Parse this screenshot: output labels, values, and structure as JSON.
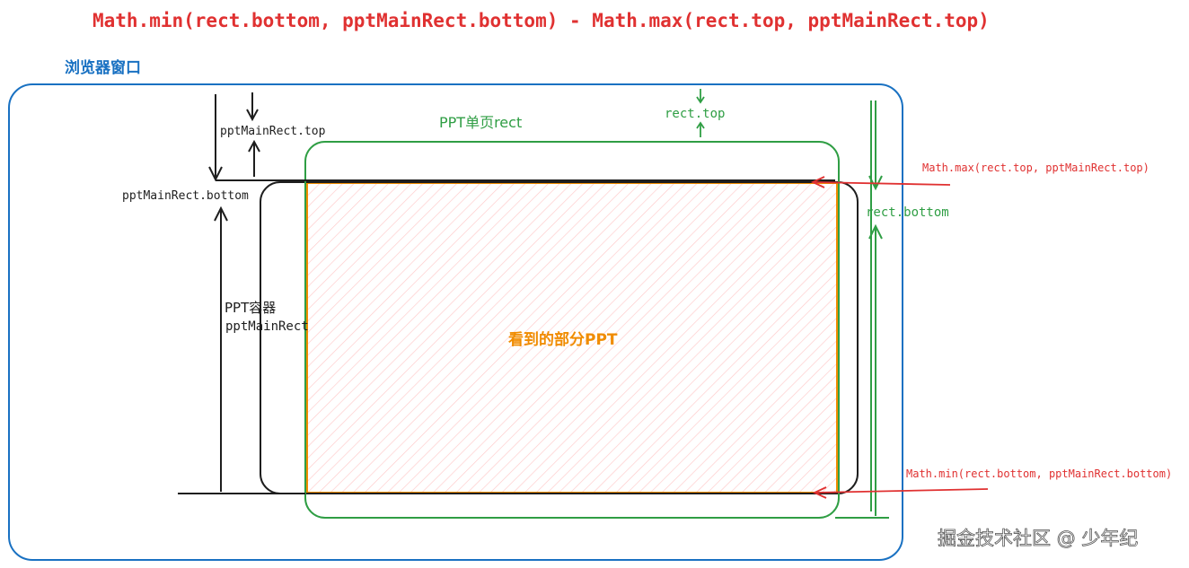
{
  "formula": "Math.min(rect.bottom, pptMainRect.bottom) - Math.max(rect.top, pptMainRect.top)",
  "labels": {
    "browser_window": "浏览器窗口",
    "ppt_page_rect": "PPT单页rect",
    "rect_top": "rect.top",
    "rect_bottom": "rect.bottom",
    "ppt_main_rect_top": "pptMainRect.top",
    "ppt_main_rect_bottom": "pptMainRect.bottom",
    "ppt_container": "PPT容器",
    "ppt_main_rect": "pptMainRect",
    "visible_part": "看到的部分PPT",
    "max_note": "Math.max(rect.top, pptMainRect.top)",
    "min_note": "Math.min(rect.bottom, pptMainRect.bottom)",
    "watermark": "掘金技术社区 @ 少年纪"
  },
  "colors": {
    "red": "#e03131",
    "blue": "#1971c2",
    "green": "#2f9e44",
    "black": "#1e1e1e",
    "orange": "#f08c00",
    "hatch": "#ffc9c9"
  }
}
